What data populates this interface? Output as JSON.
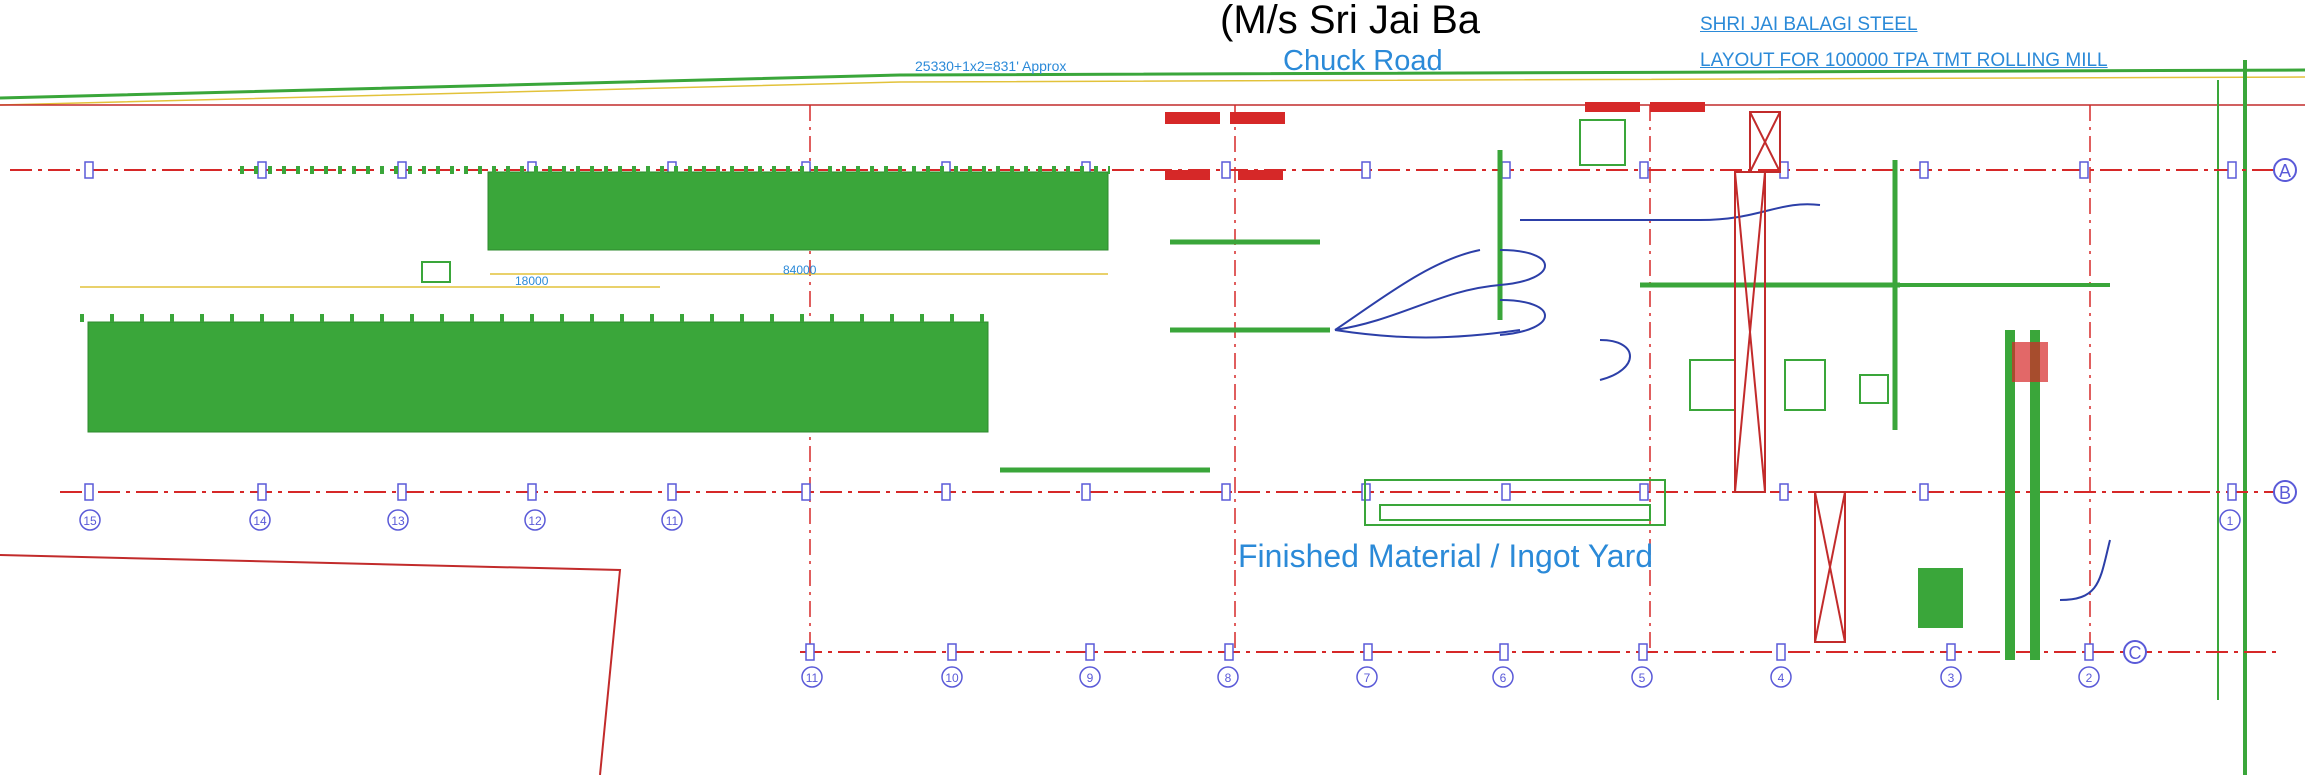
{
  "drawing": {
    "header_title": "(M/s Sri Jai Ba",
    "project_name": "SHRI JAI BALAGI STEEL",
    "project_subtitle": "LAYOUT FOR 100000 TPA TMT ROLLING MILL",
    "road_label": "Chuck Road",
    "road_dimension": "25330+1x2=831' Approx",
    "yard_label": "Finished Material / Ingot Yard",
    "dimension_1": "84000",
    "dimension_2": "18000"
  },
  "grid": {
    "row_labels": [
      "A",
      "B",
      "C"
    ],
    "row_b_columns": [
      "15",
      "14",
      "13",
      "12",
      "11",
      "1"
    ],
    "row_c_columns": [
      "11",
      "10",
      "9",
      "8",
      "7",
      "6",
      "5",
      "4",
      "3",
      "2"
    ],
    "colors": {
      "grid_line": "#d62828",
      "equipment": "#3aa63a",
      "text": "#2b8ad8",
      "boundary": "#c22b2b",
      "marker": "#5a5ad8"
    }
  }
}
